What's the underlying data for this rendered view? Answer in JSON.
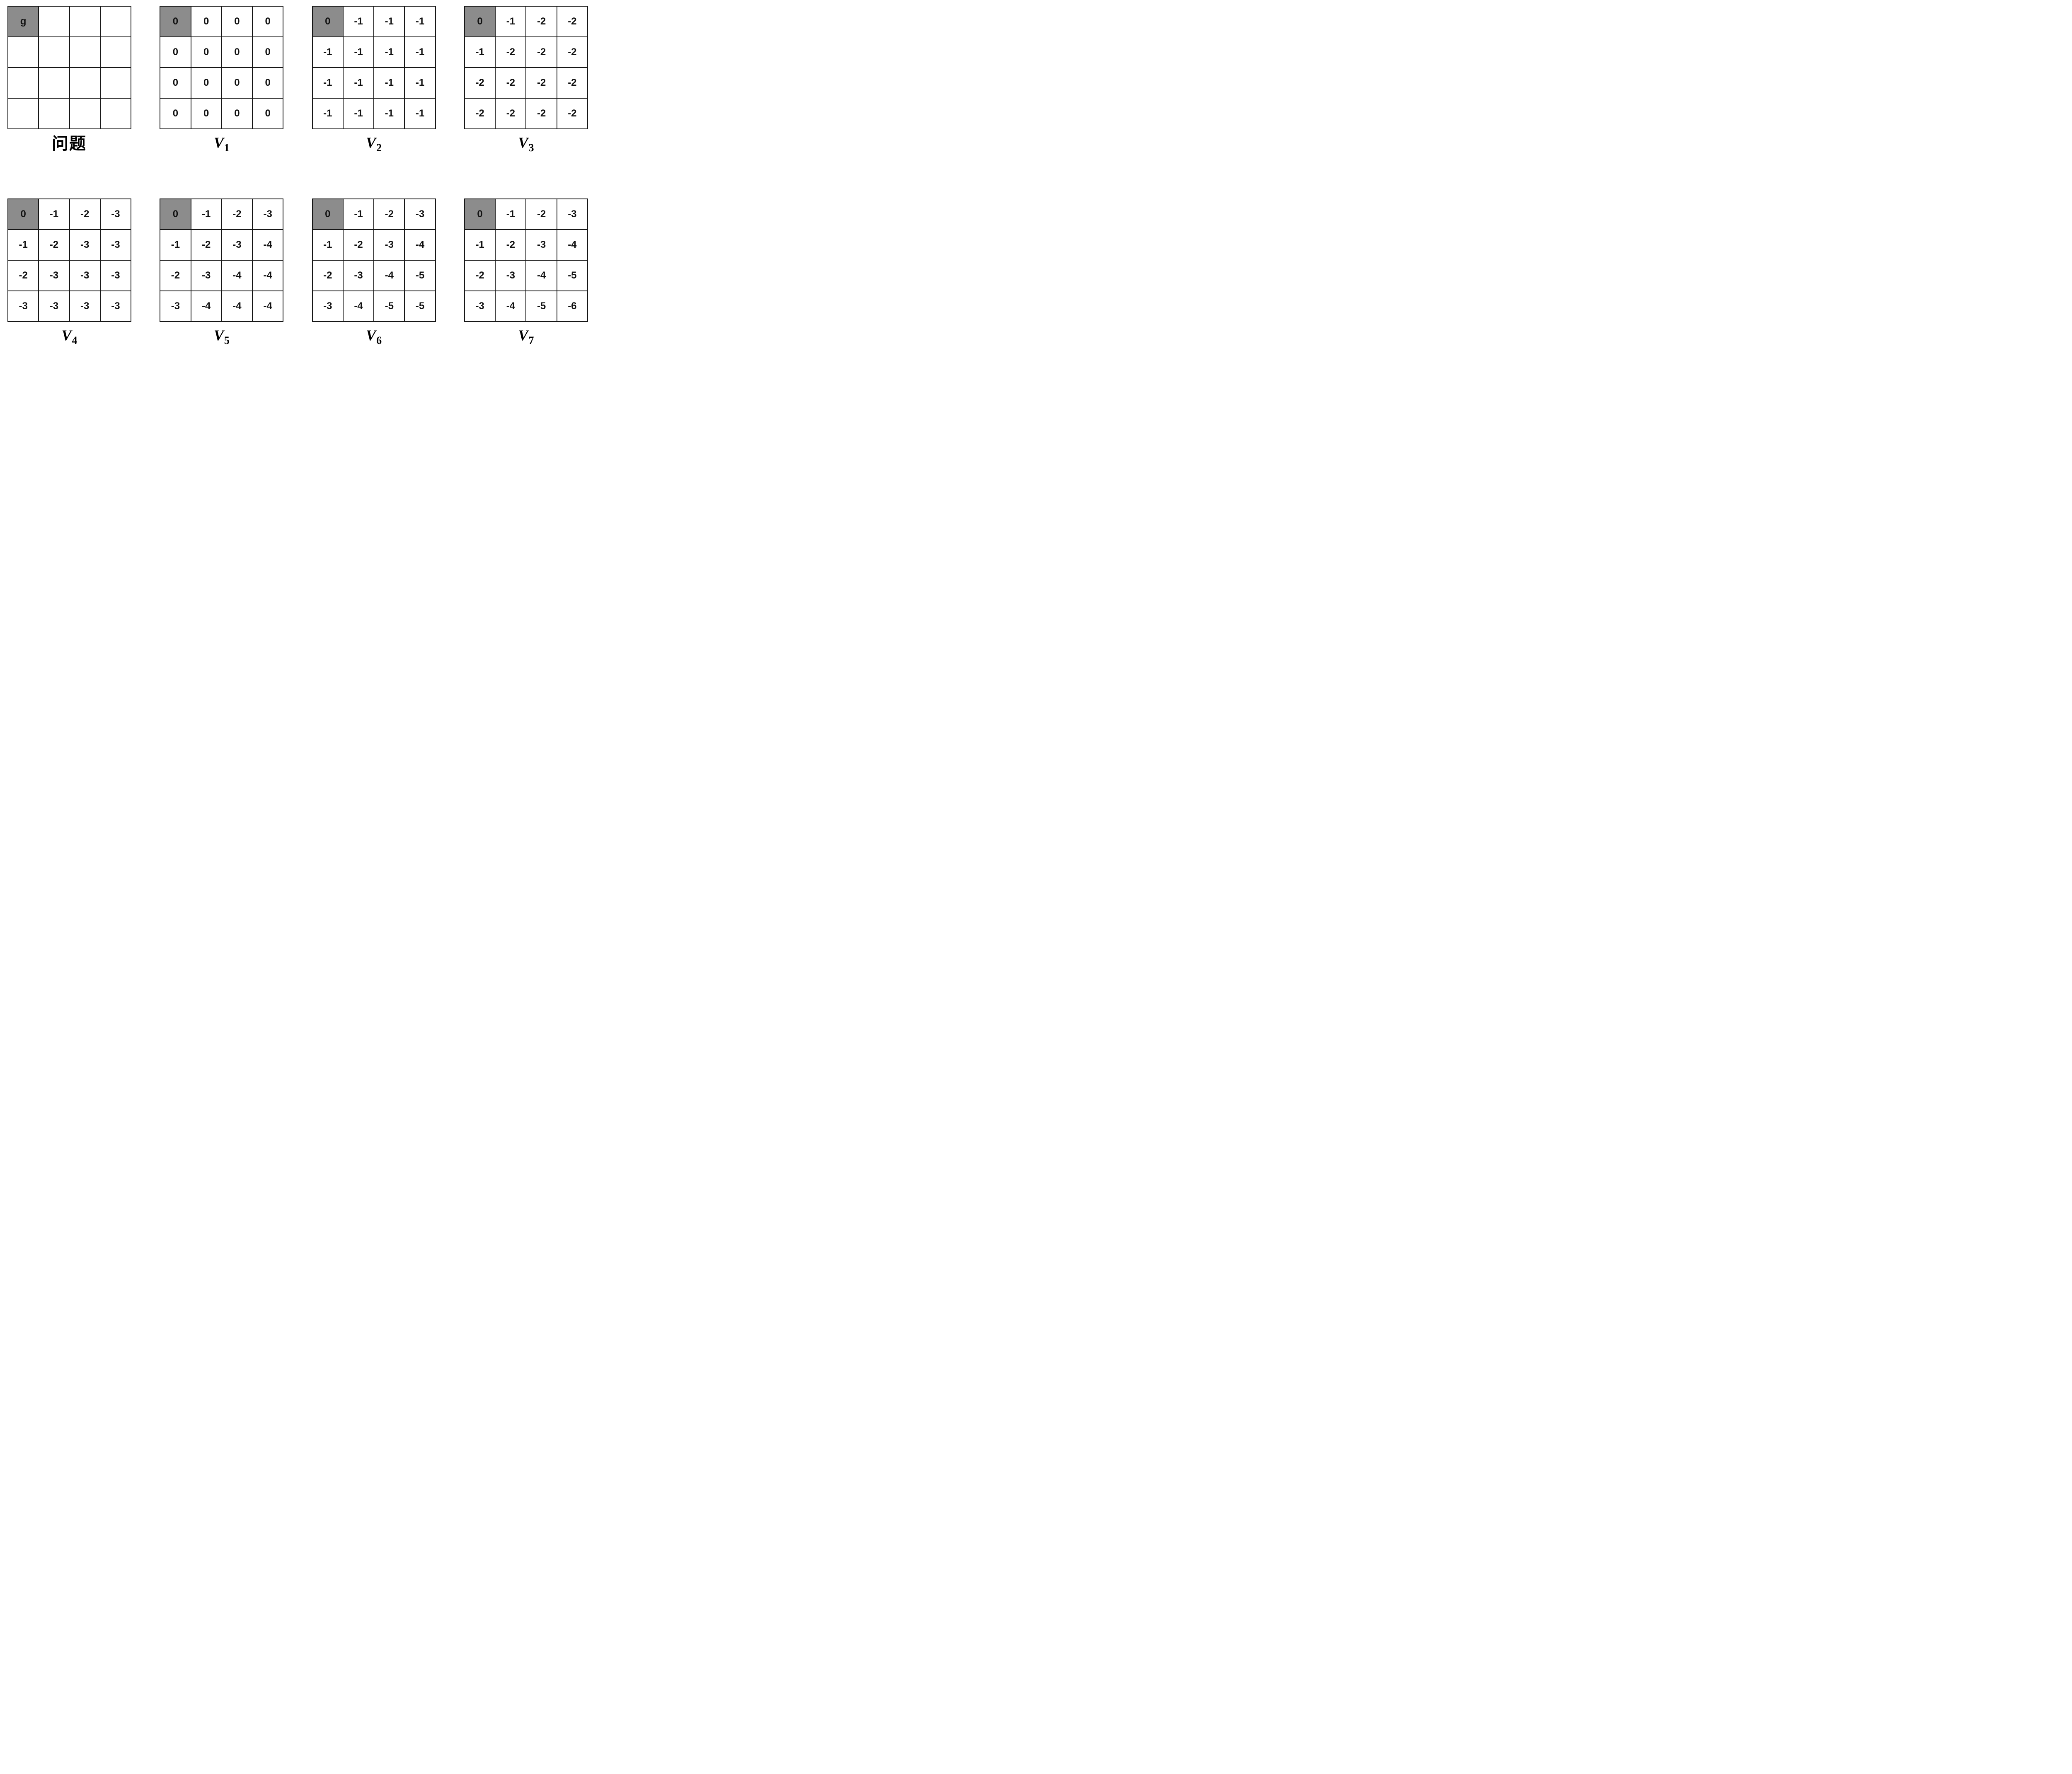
{
  "figure": {
    "description_labels": {
      "problem_label": "问题",
      "iteration_label_base": "V"
    },
    "colors": {
      "goal_cell_gray": "#8c8c8c",
      "grid_line": "#161616",
      "cell_background": "#ffffff",
      "text": "#111111"
    },
    "grids": [
      {
        "id": "problem",
        "label_base": "问题",
        "label_sub": "",
        "label_style": "cjk",
        "cells": [
          [
            "g",
            "",
            "",
            ""
          ],
          [
            "",
            "",
            "",
            ""
          ],
          [
            "",
            "",
            "",
            ""
          ],
          [
            "",
            "",
            "",
            ""
          ]
        ]
      },
      {
        "id": "v1",
        "label_base": "V",
        "label_sub": "1",
        "label_style": "math",
        "cells": [
          [
            "0",
            "0",
            "0",
            "0"
          ],
          [
            "0",
            "0",
            "0",
            "0"
          ],
          [
            "0",
            "0",
            "0",
            "0"
          ],
          [
            "0",
            "0",
            "0",
            "0"
          ]
        ]
      },
      {
        "id": "v2",
        "label_base": "V",
        "label_sub": "2",
        "label_style": "math",
        "cells": [
          [
            "0",
            "-1",
            "-1",
            "-1"
          ],
          [
            "-1",
            "-1",
            "-1",
            "-1"
          ],
          [
            "-1",
            "-1",
            "-1",
            "-1"
          ],
          [
            "-1",
            "-1",
            "-1",
            "-1"
          ]
        ]
      },
      {
        "id": "v3",
        "label_base": "V",
        "label_sub": "3",
        "label_style": "math",
        "cells": [
          [
            "0",
            "-1",
            "-2",
            "-2"
          ],
          [
            "-1",
            "-2",
            "-2",
            "-2"
          ],
          [
            "-2",
            "-2",
            "-2",
            "-2"
          ],
          [
            "-2",
            "-2",
            "-2",
            "-2"
          ]
        ]
      },
      {
        "id": "v4",
        "label_base": "V",
        "label_sub": "4",
        "label_style": "math",
        "cells": [
          [
            "0",
            "-1",
            "-2",
            "-3"
          ],
          [
            "-1",
            "-2",
            "-3",
            "-3"
          ],
          [
            "-2",
            "-3",
            "-3",
            "-3"
          ],
          [
            "-3",
            "-3",
            "-3",
            "-3"
          ]
        ]
      },
      {
        "id": "v5",
        "label_base": "V",
        "label_sub": "5",
        "label_style": "math",
        "cells": [
          [
            "0",
            "-1",
            "-2",
            "-3"
          ],
          [
            "-1",
            "-2",
            "-3",
            "-4"
          ],
          [
            "-2",
            "-3",
            "-4",
            "-4"
          ],
          [
            "-3",
            "-4",
            "-4",
            "-4"
          ]
        ]
      },
      {
        "id": "v6",
        "label_base": "V",
        "label_sub": "6",
        "label_style": "math",
        "cells": [
          [
            "0",
            "-1",
            "-2",
            "-3"
          ],
          [
            "-1",
            "-2",
            "-3",
            "-4"
          ],
          [
            "-2",
            "-3",
            "-4",
            "-5"
          ],
          [
            "-3",
            "-4",
            "-5",
            "-5"
          ]
        ]
      },
      {
        "id": "v7",
        "label_base": "V",
        "label_sub": "7",
        "label_style": "math",
        "cells": [
          [
            "0",
            "-1",
            "-2",
            "-3"
          ],
          [
            "-1",
            "-2",
            "-3",
            "-4"
          ],
          [
            "-2",
            "-3",
            "-4",
            "-5"
          ],
          [
            "-3",
            "-4",
            "-5",
            "-6"
          ]
        ]
      }
    ]
  }
}
